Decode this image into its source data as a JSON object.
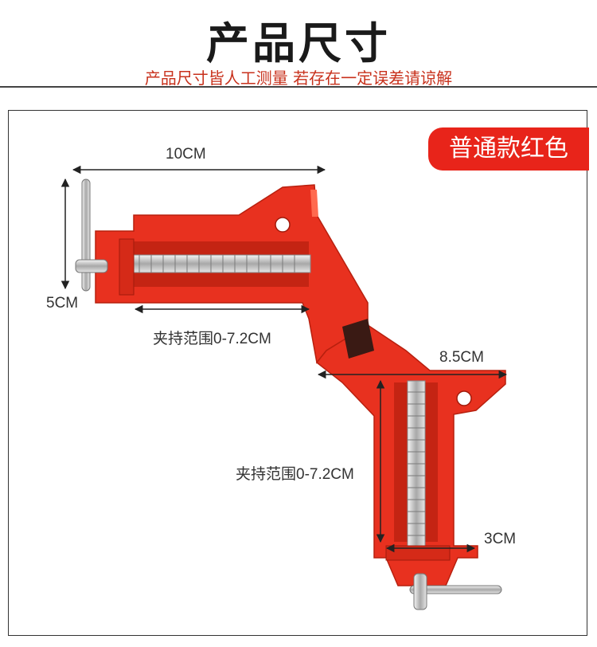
{
  "header": {
    "title": "产品尺寸",
    "subtitle": "产品尺寸皆人工测量 若存在一定误差请谅解"
  },
  "badge": {
    "label": "普通款红色",
    "color": "#e8241a"
  },
  "dimensions": {
    "top_width": "10CM",
    "left_height": "5CM",
    "clamp_range_upper": "夹持范围0-7.2CM",
    "lower_width": "8.5CM",
    "clamp_range_lower": "夹持范围0-7.2CM",
    "jaw_width": "3CM"
  },
  "colors": {
    "product_red": "#e8311f",
    "subtitle_red": "#c8311c"
  }
}
